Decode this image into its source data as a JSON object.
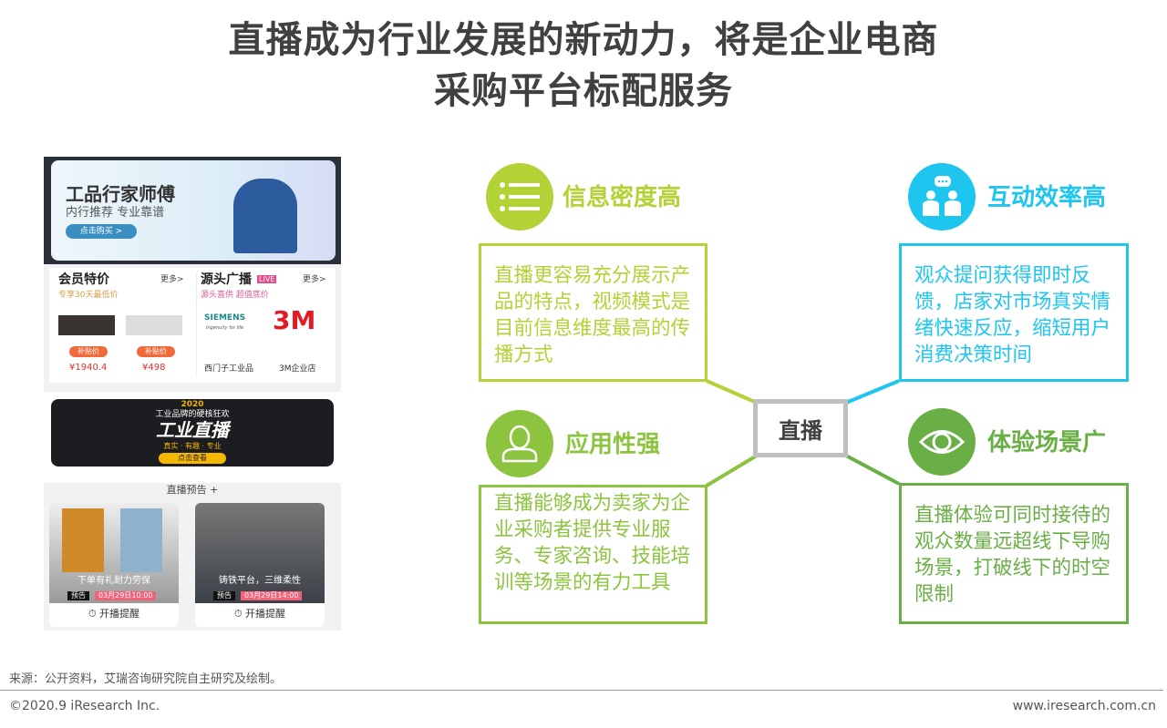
{
  "title": {
    "line1": "直播成为行业发展的新动力，将是企业电商",
    "line2": "采购平台标配服务"
  },
  "phone": {
    "banner": {
      "title": "工品行家师傅",
      "subtitle": "内行推荐 专业靠谱",
      "button": "点击购买 >"
    },
    "member": {
      "title": "会员特价",
      "more": "更多>",
      "sub": "专享30天最低价",
      "tag": "补贴价",
      "prices": [
        "¥1940.4",
        "¥498"
      ]
    },
    "source": {
      "title": "源头广播",
      "live": "LIVE",
      "more": "更多>",
      "sub": "源头直供 超值底价",
      "brands": [
        "SIEMENS",
        "3M"
      ],
      "slogan": "Ingenuity for life",
      "stores": [
        "西门子工业品",
        "3M企业店"
      ]
    },
    "live_banner": {
      "year": "2020",
      "top": "工业品牌的硬核狂欢",
      "title": "工业直播",
      "tagline": "真实 · 有趣 · 专业",
      "button": "点击查看"
    },
    "preview": {
      "title": "直播预告 +",
      "items": [
        {
          "caption": "下单有礼耐力劳保",
          "tag": "预告",
          "time": "03月29日10:00",
          "remind": "开播提醒"
        },
        {
          "caption": "铸铁平台，三维柔性",
          "tag": "预告",
          "time": "03月29日14:00",
          "remind": "开播提醒"
        }
      ]
    }
  },
  "center": "直播",
  "nodes": [
    {
      "icon": "list-icon",
      "title": "信息密度高",
      "text": "直播更容易充分展示产品的特点，视频模式是目前信息维度最高的传播方式",
      "color": "#b3d236"
    },
    {
      "icon": "people-chat-icon",
      "title": "互动效率高",
      "text": "观众提问获得即时反馈，店家对市场真实情绪快速反应，缩短用户消费决策时间",
      "color": "#1ec6ef"
    },
    {
      "icon": "user-icon",
      "title": "应用性强",
      "text": "直播能够成为卖家为企业采购者提供专业服务、专家咨询、技能培训等场景的有力工具",
      "color": "#8cc43f"
    },
    {
      "icon": "eye-icon",
      "title": "体验场景广",
      "text": "直播体验可同时接待的观众数量远超线下导购场景，打破线下的时空限制",
      "color": "#69af45"
    }
  ],
  "footer": {
    "source": "来源：公开资料，艾瑞咨询研究院自主研究及绘制。",
    "copyright": "©2020.9 iResearch Inc.",
    "website": "www.iresearch.com.cn"
  }
}
